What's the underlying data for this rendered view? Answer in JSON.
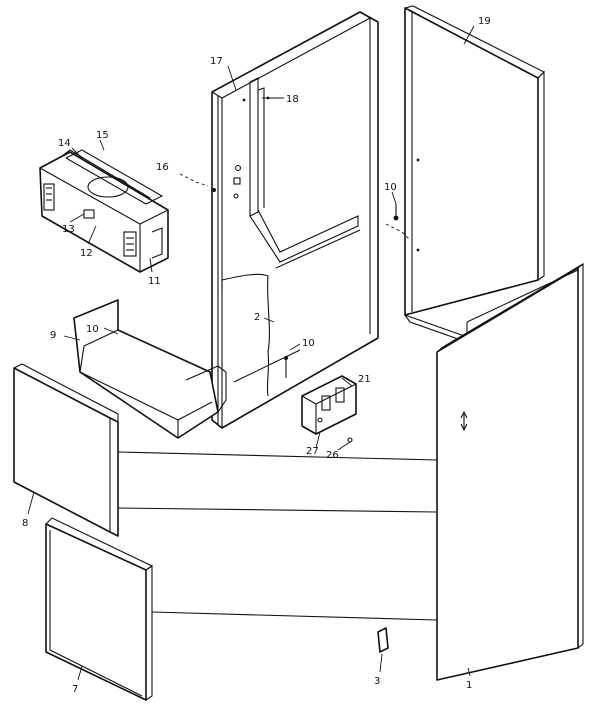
{
  "callouts": {
    "c1": "1",
    "c2": "2",
    "c3": "3",
    "c7": "7",
    "c8": "8",
    "c9": "9",
    "c10a": "10",
    "c10b": "10",
    "c10c": "10",
    "c11": "11",
    "c12": "12",
    "c13": "13",
    "c14": "14",
    "c15": "15",
    "c16": "16",
    "c17": "17",
    "c18": "18",
    "c19": "19",
    "c21": "21",
    "c26": "26",
    "c27": "27"
  }
}
